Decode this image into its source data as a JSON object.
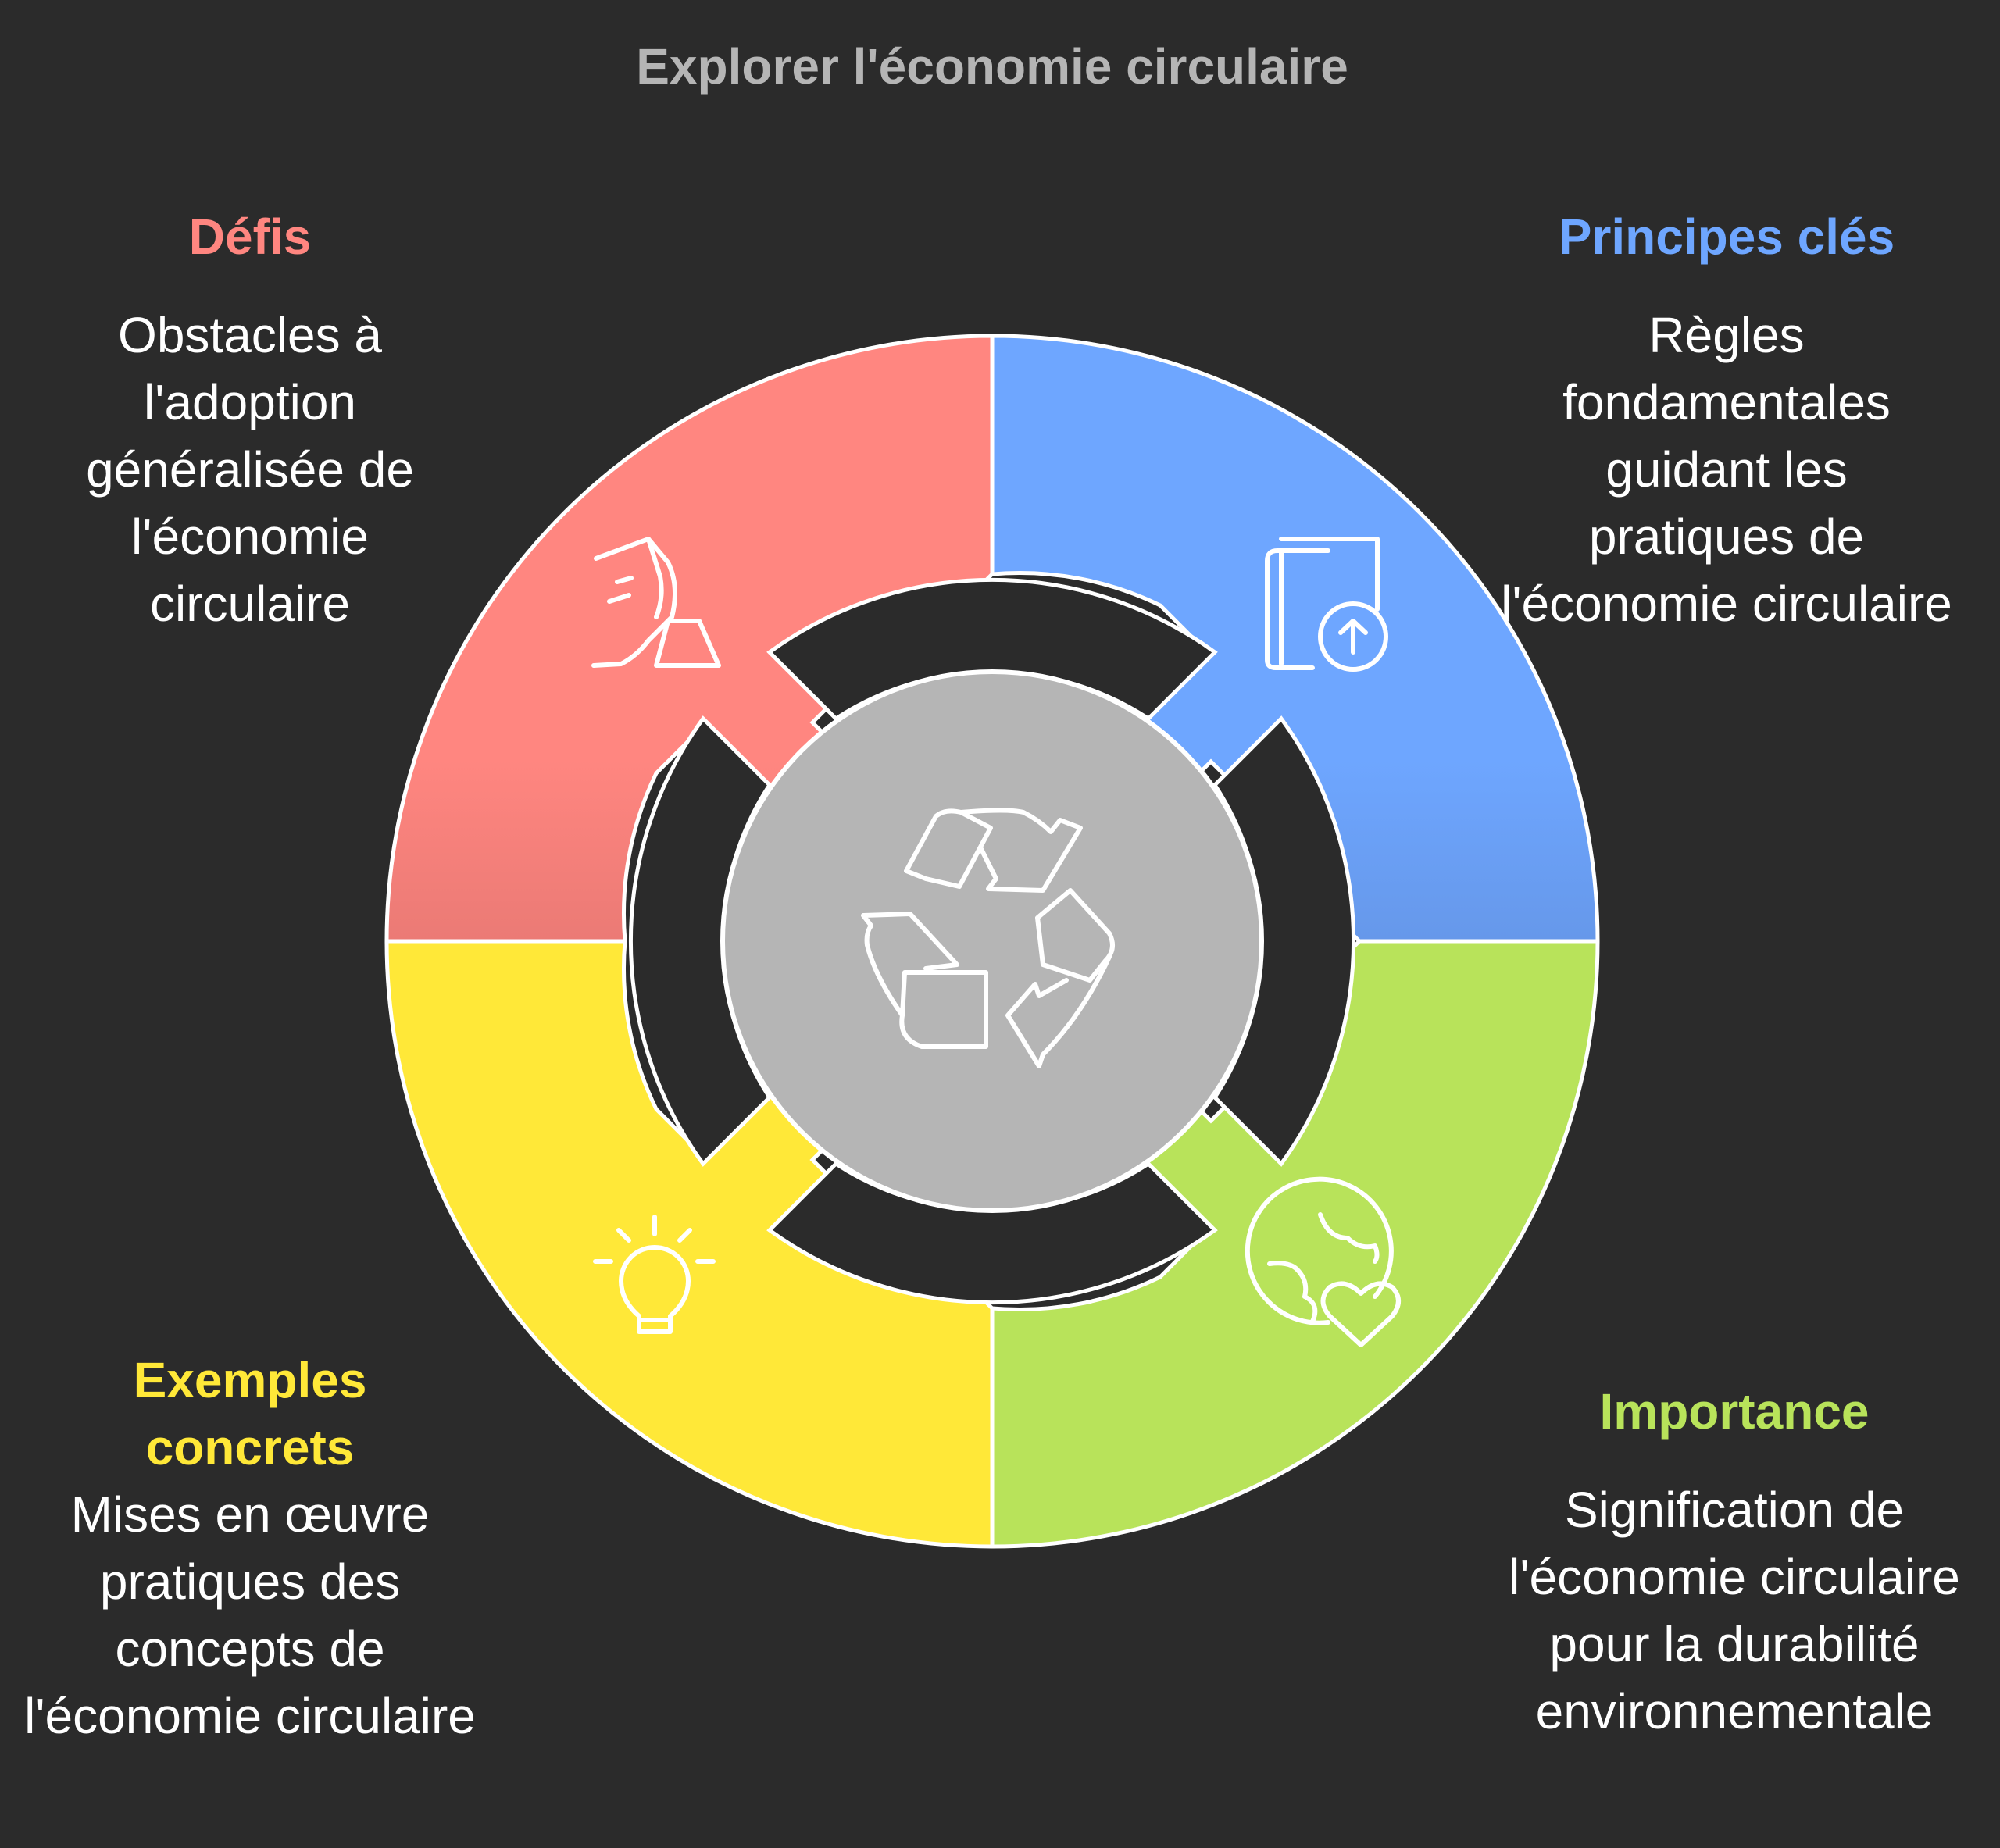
{
  "title": "Explorer l'économie circulaire",
  "colors": {
    "background": "#2b2b2b",
    "center": "#b5b5b5",
    "outline": "#ffffff"
  },
  "segments": [
    {
      "id": "defis",
      "heading": "Défis",
      "description": "Obstacles à l'adoption généralisée de l'économie circulaire",
      "color": "#ff8680",
      "icon": "sneaker-ramp-icon"
    },
    {
      "id": "principes",
      "heading": "Principes clés",
      "description": "Règles fondamentales guidant les pratiques de l'économie circulaire",
      "color": "#6ea6ff",
      "icon": "book-upload-icon"
    },
    {
      "id": "exemples",
      "heading": "Exemples concrets",
      "description": "Mises en œuvre pratiques des concepts de l'économie circulaire",
      "color": "#ffe838",
      "icon": "lightbulb-icon"
    },
    {
      "id": "importance",
      "heading": "Importance",
      "description": "Signification de l'économie circulaire pour la durabilité environnementale",
      "color": "#b8e35a",
      "icon": "globe-heart-icon"
    }
  ],
  "center_icon": "recycle-icon"
}
